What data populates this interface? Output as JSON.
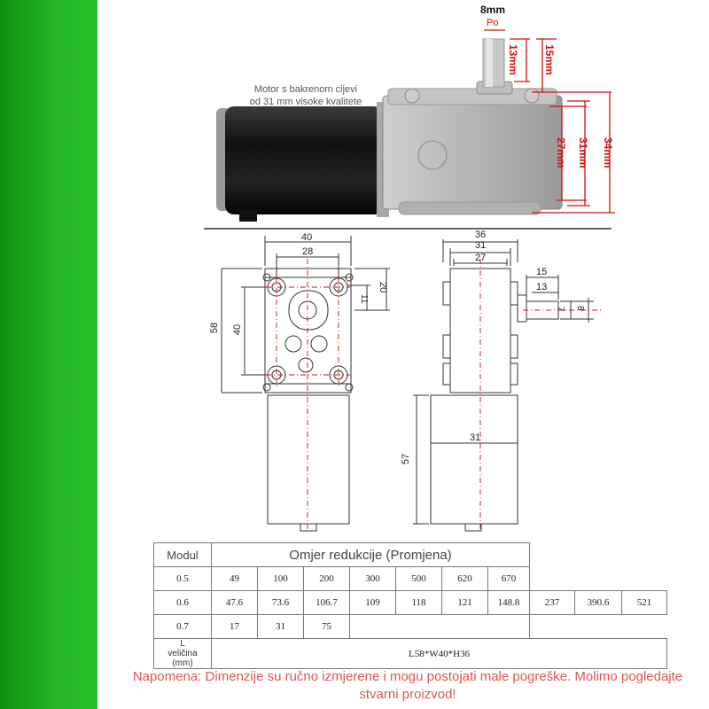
{
  "photo": {
    "label_line1": "Motor s bakrenom cijevi",
    "label_line2": "od 31 mm visoke kvalitete",
    "dim_shaft_width": "8mm",
    "dim_shaft_flat": "Po",
    "dim_13mm": "13mm",
    "dim_15mm": "15mm",
    "dim_27mm": "27mm",
    "dim_31mm": "31mm",
    "dim_34mm": "34mm"
  },
  "front_view": {
    "dim_40_top": "40",
    "dim_28": "28",
    "dim_20": "20",
    "dim_11": "11",
    "dim_58": "58",
    "dim_40_side": "40"
  },
  "side_view": {
    "dim_36": "36",
    "dim_31_top": "31",
    "dim_27": "27",
    "dim_15": "15",
    "dim_13": "13",
    "dim_7": "7",
    "dim_8": "8",
    "dim_31_motor": "31",
    "dim_57": "57"
  },
  "table": {
    "modul_header": "Modul",
    "ratio_header": "Omjer redukcije (Promjena)",
    "rows": [
      {
        "modul": "0.5",
        "values": [
          "49",
          "100",
          "200",
          "300",
          "500",
          "620",
          "670"
        ]
      },
      {
        "modul": "0.6",
        "values": [
          "47.6",
          "73.6",
          "106.7",
          "109",
          "118",
          "121",
          "148.8",
          "237",
          "390.6",
          "521"
        ]
      },
      {
        "modul": "0.7",
        "values": [
          "17",
          "31",
          "75"
        ]
      }
    ],
    "size_header_line1": "L",
    "size_header_line2": "veličina",
    "size_header_line3": "(mm)",
    "size_value": "L58*W40*H36"
  },
  "note": "Napomena: Dimenzije su ručno izmjerene i mogu postojati male pogreške. Molimo pogledajte stvarni proizvod!",
  "colors": {
    "accent_red": "#cc1111",
    "green_bar": "#23b524",
    "note_red": "#e05555"
  }
}
